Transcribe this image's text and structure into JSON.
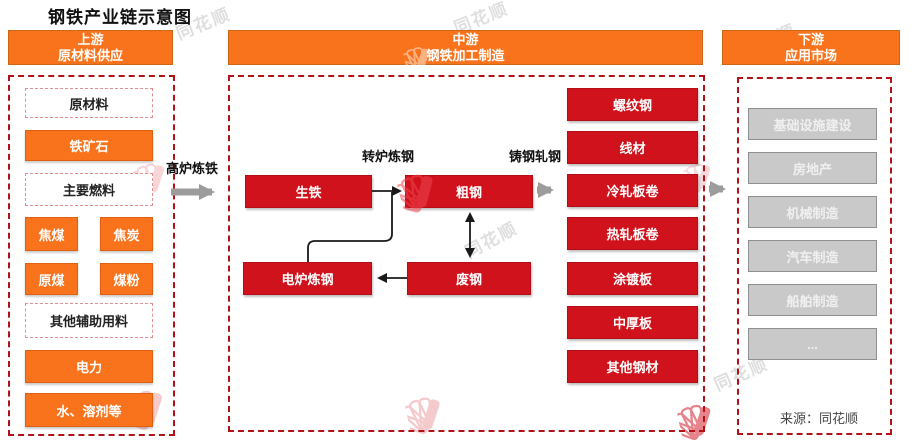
{
  "title": "钢铁产业链示意图",
  "watermark_text": "同花顺",
  "source_note": "来源：同花顺",
  "colors": {
    "accent_orange": "#f9731c",
    "node_red": "#cf121b",
    "panel_border_red": "#b01218",
    "downstream_gray": "#c9c9c9",
    "arrow_gray": "#9c9c9c",
    "arrow_black": "#1a1a1a"
  },
  "sections": {
    "upstream": {
      "header": [
        "上游",
        "原材料供应"
      ],
      "items": [
        {
          "style": "label",
          "text": "原材料"
        },
        {
          "style": "orange",
          "text": "铁矿石"
        },
        {
          "style": "label",
          "text": "主要燃料"
        },
        {
          "style": "pair",
          "left": "焦煤",
          "right": "焦炭"
        },
        {
          "style": "pair",
          "left": "原煤",
          "right": "煤粉"
        },
        {
          "style": "label",
          "text": "其他辅助用料"
        },
        {
          "style": "orange",
          "text": "电力"
        },
        {
          "style": "orange",
          "text": "水、溶剂等"
        }
      ]
    },
    "midstream": {
      "header": [
        "中游",
        "钢铁加工制造"
      ],
      "flow_labels": {
        "blast_furnace": "高炉炼铁",
        "converter": "转炉炼钢",
        "casting_rolling": "铸钢轧钢"
      },
      "nodes": {
        "pig_iron": "生铁",
        "crude_steel": "粗钢",
        "electric_furnace": "电炉炼钢",
        "scrap_steel": "废钢"
      },
      "products": [
        "螺纹钢",
        "线材",
        "冷轧板卷",
        "热轧板卷",
        "涂镀板",
        "中厚板",
        "其他钢材"
      ]
    },
    "downstream": {
      "header": [
        "下游",
        "应用市场"
      ],
      "items": [
        "基础设施建设",
        "房地产",
        "机械制造",
        "汽车制造",
        "船舶制造",
        "..."
      ]
    }
  }
}
